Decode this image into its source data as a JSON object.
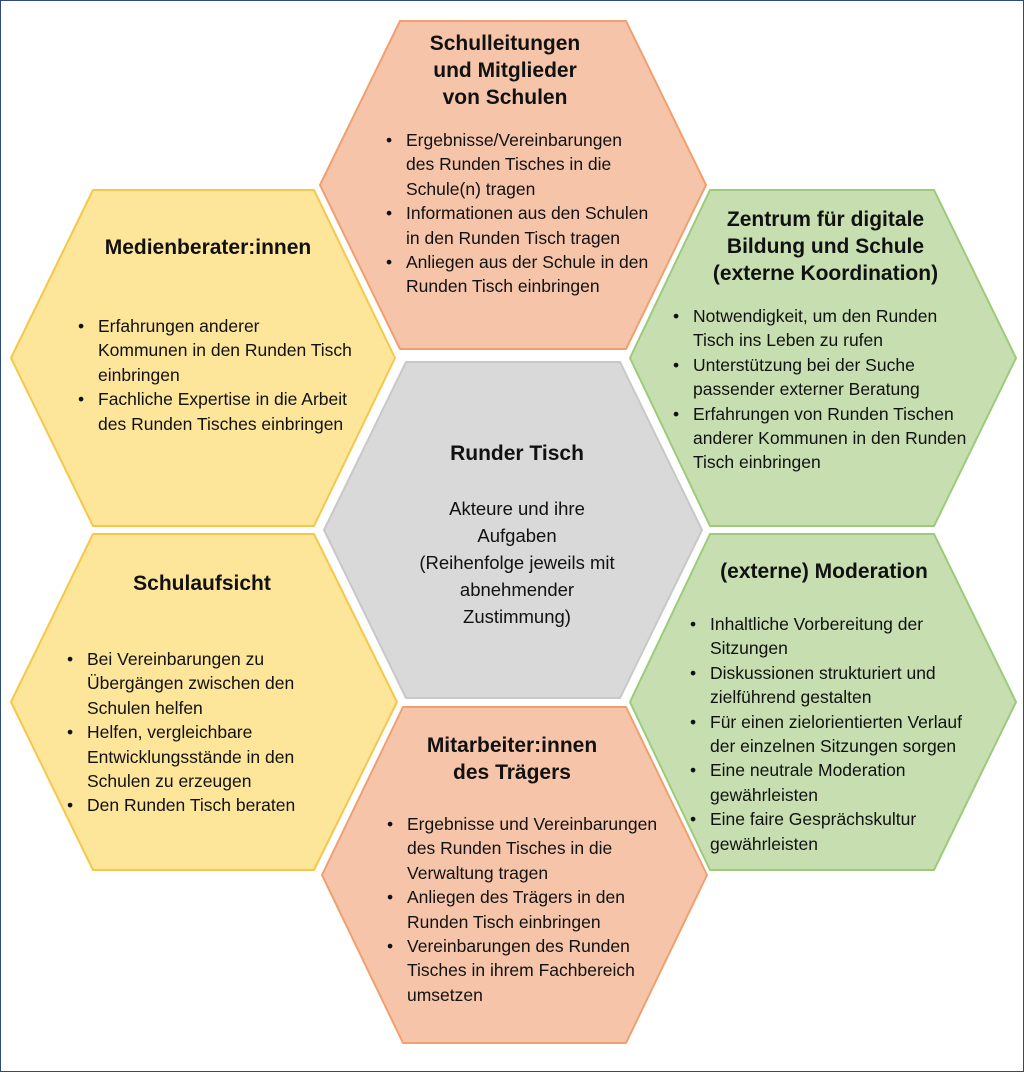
{
  "colors": {
    "orange_fill": "#f6c5a9",
    "orange_stroke": "#f0a070",
    "yellow_fill": "#fde59a",
    "yellow_stroke": "#f5c84a",
    "green_fill": "#c7dfb0",
    "green_stroke": "#9ccb7c",
    "gray_fill": "#d9d9d9",
    "gray_stroke": "#c8c8c8",
    "frame_border": "#2e4a7a"
  },
  "center": {
    "title": "Runder Tisch",
    "subtitle_lines": [
      "Akteure und ihre",
      "Aufgaben",
      "(Reihenfolge jeweils mit",
      "abnehmender",
      "Zustimmung)"
    ]
  },
  "top": {
    "title_lines": [
      "Schulleitungen",
      "und Mitglieder",
      "von Schulen"
    ],
    "items": [
      "Ergebnisse/Vereinbarungen des Runden Tisches in die Schule(n) tragen",
      "Informationen aus den Schulen in den Runden Tisch tragen",
      "Anliegen aus der Schule in den Runden Tisch einbringen"
    ]
  },
  "upper_left": {
    "title_lines": [
      "Medienberater:innen"
    ],
    "items": [
      "Erfahrungen anderer Kommunen in den Runden Tisch einbringen",
      "Fachliche Expertise in die Arbeit des Runden Tisches einbringen"
    ]
  },
  "upper_right": {
    "title_lines": [
      "Zentrum für digitale",
      "Bildung und Schule",
      "(externe Koordination)"
    ],
    "items": [
      "Notwendigkeit, um den Runden Tisch ins Leben zu rufen",
      "Unterstützung bei der Suche passender externer Beratung",
      "Erfahrungen von Runden Tischen anderer Kommunen in den Runden Tisch einbringen"
    ]
  },
  "lower_left": {
    "title_lines": [
      "Schulaufsicht"
    ],
    "items": [
      "Bei Vereinbarungen zu Übergängen zwischen den Schulen helfen",
      "Helfen, vergleichbare Entwicklungsstände in den Schulen zu erzeugen",
      "Den Runden Tisch beraten"
    ]
  },
  "lower_right": {
    "title_lines": [
      "(externe) Moderation"
    ],
    "items": [
      "Inhaltliche Vorbereitung der Sitzungen",
      "Diskussionen strukturiert und zielführend gestalten",
      "Für einen zielorientierten Verlauf der einzelnen Sitzungen sorgen",
      "Eine neutrale Moderation gewährleisten",
      "Eine faire Gesprächskultur gewährleisten"
    ]
  },
  "bottom": {
    "title_lines": [
      "Mitarbeiter:innen",
      "des Trägers"
    ],
    "items": [
      "Ergebnisse und Vereinbarungen des Runden Tisches in die Verwaltung tragen",
      "Anliegen des Trägers in den Runden Tisch einbringen",
      "Vereinbarungen des Runden Tisches in ihrem Fachbereich umsetzen"
    ]
  }
}
